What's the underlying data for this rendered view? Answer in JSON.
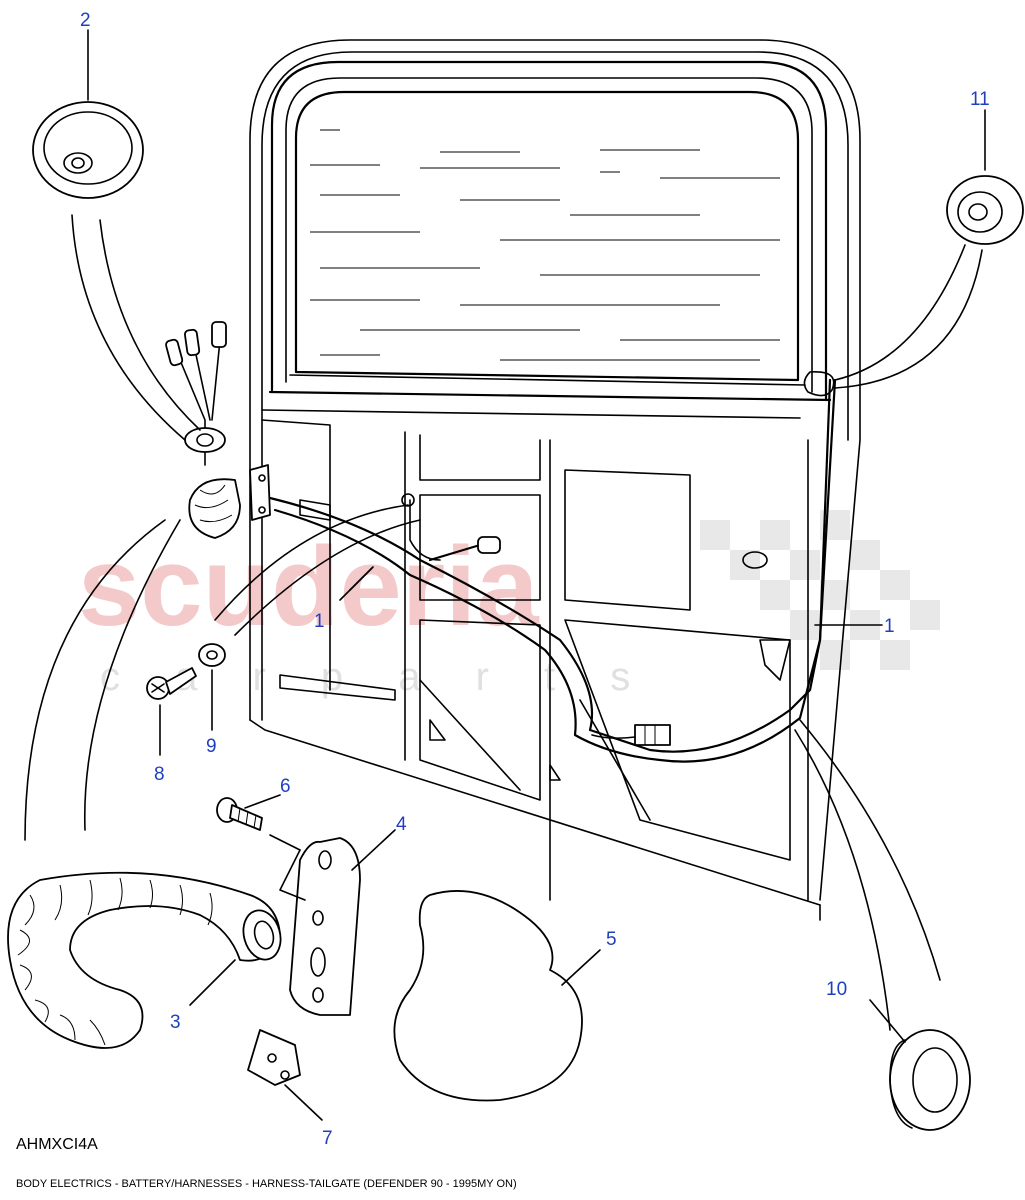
{
  "callouts": {
    "c1a": "1",
    "c1b": "1",
    "c2": "2",
    "c3": "3",
    "c4": "4",
    "c5": "5",
    "c6": "6",
    "c7": "7",
    "c8": "8",
    "c9": "9",
    "c10": "10",
    "c11": "11"
  },
  "watermark": {
    "brand": "scuderia",
    "sub": "c a r   p a r t s"
  },
  "figure_code": "AHMXCI4A",
  "caption": "BODY ELECTRICS - BATTERY/HARNESSES - HARNESS-TAILGATE  (DEFENDER 90 - 1995MY ON)",
  "colors": {
    "callout": "#1f3fbf",
    "watermark": "#f2c2c2",
    "watermark_flag": "#e8e8e8"
  }
}
